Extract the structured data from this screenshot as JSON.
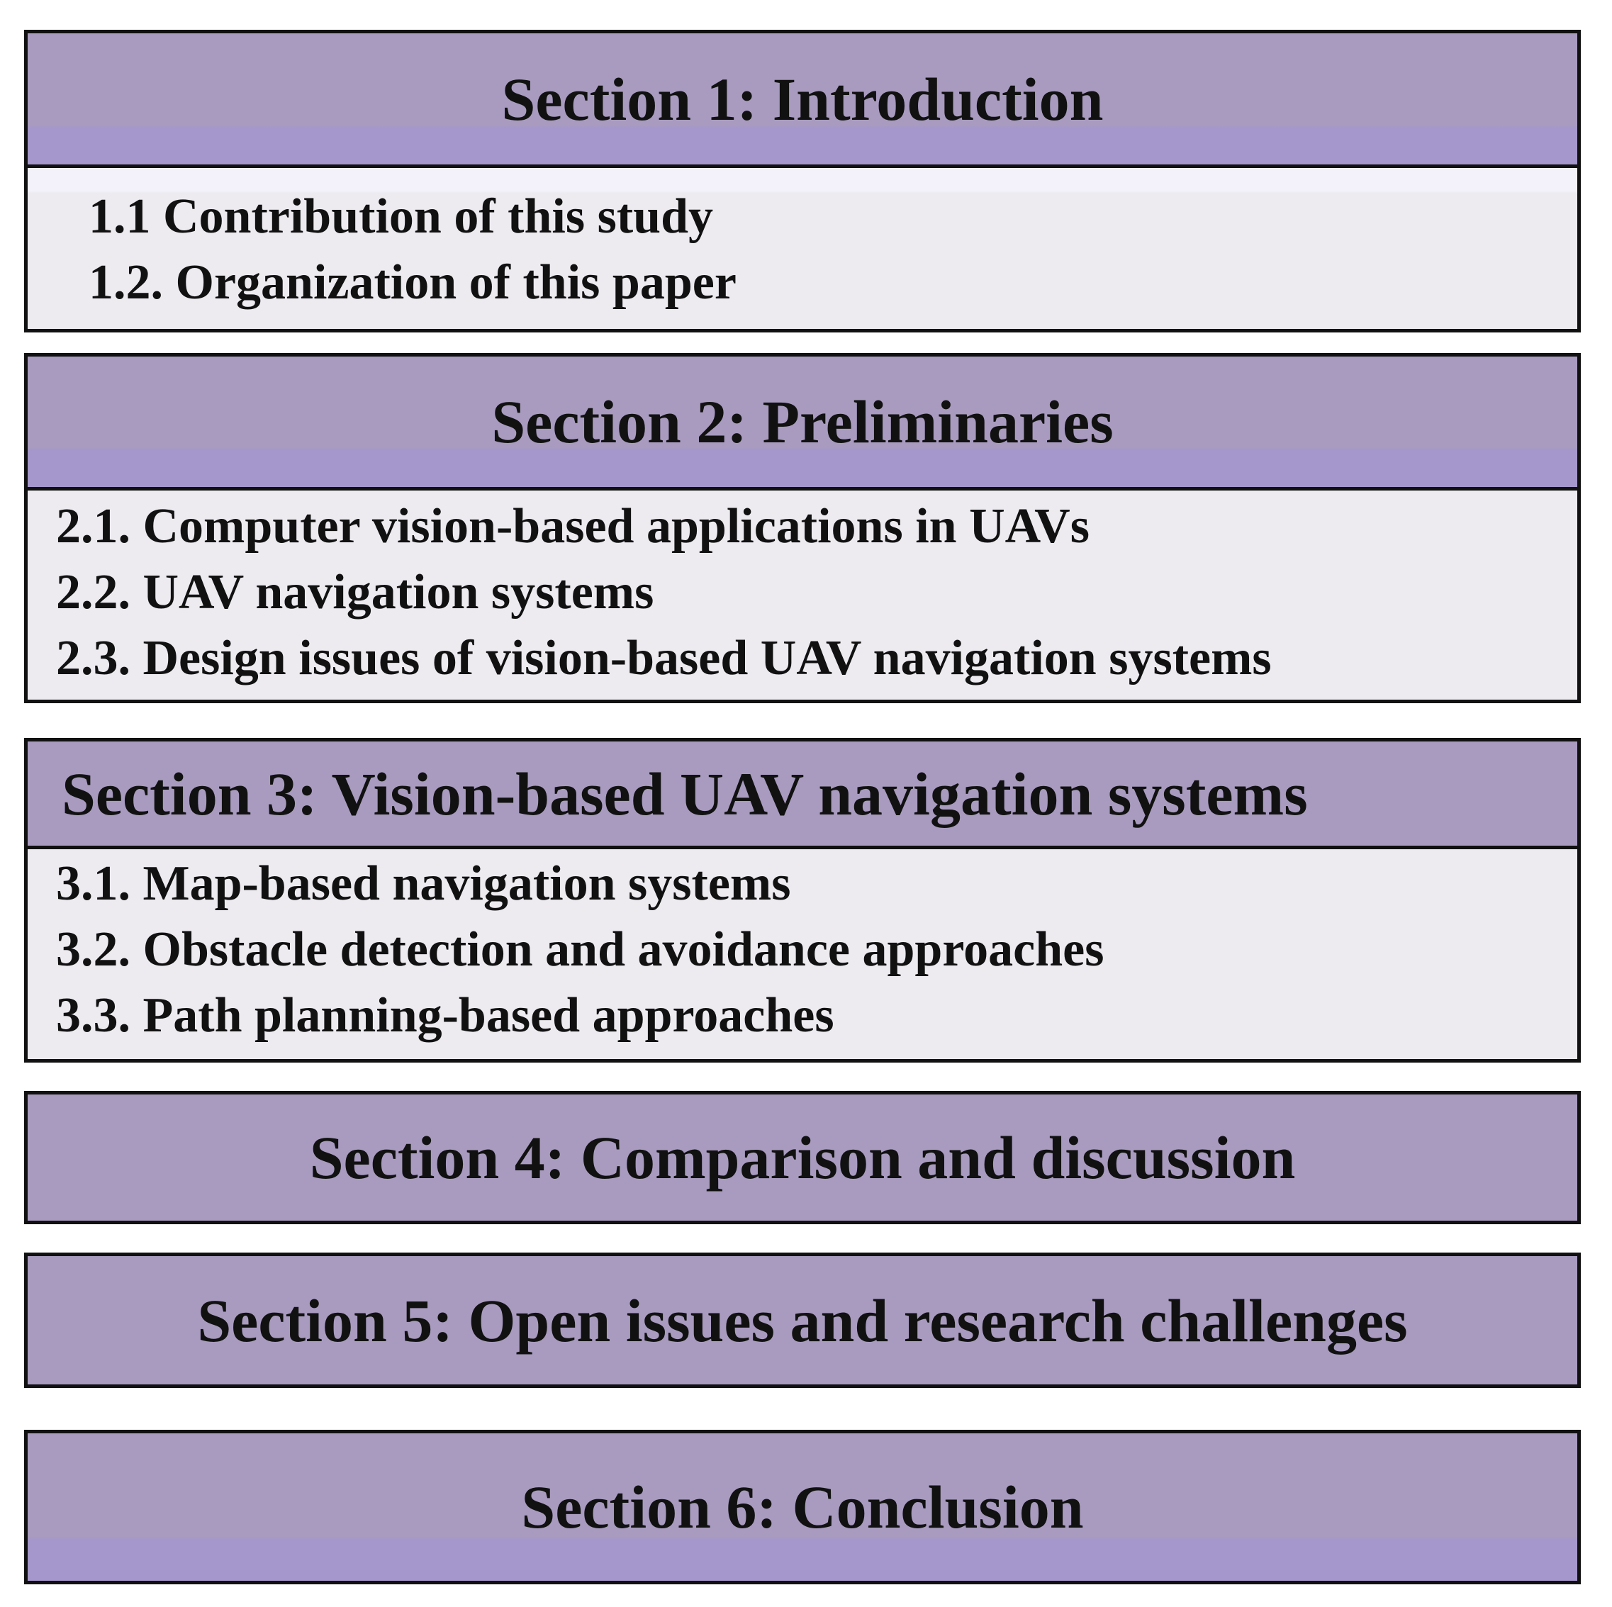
{
  "sections": [
    {
      "title": "Section 1: Introduction",
      "items": [
        "1.1 Contribution of this study",
        "1.2. Organization of this paper"
      ]
    },
    {
      "title": "Section 2: Preliminaries",
      "items": [
        "2.1. Computer vision-based applications in UAVs",
        "2.2. UAV navigation systems",
        "2.3. Design issues of vision-based UAV navigation systems"
      ]
    },
    {
      "title": "Section 3: Vision-based UAV navigation systems",
      "items": [
        "3.1. Map-based navigation systems",
        "3.2. Obstacle detection and avoidance approaches",
        "3.3. Path planning-based approaches"
      ]
    },
    {
      "title": "Section 4: Comparison and discussion",
      "items": []
    },
    {
      "title": "Section 5: Open issues and research challenges",
      "items": []
    },
    {
      "title": "Section 6: Conclusion",
      "items": []
    }
  ],
  "colors": {
    "header": "#a89bbf",
    "header_band": "#a597cb",
    "body": "#edeaf0",
    "border": "#111111"
  }
}
